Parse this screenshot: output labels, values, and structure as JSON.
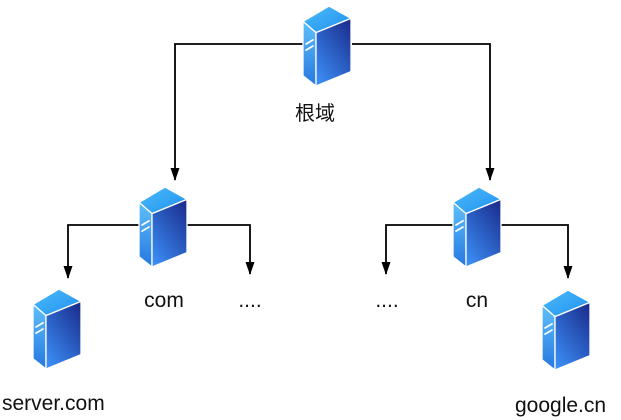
{
  "diagram": {
    "background": "#ffffff",
    "line_color": "#000000",
    "text_color": "#111111"
  },
  "colors": {
    "server_top_light": "#4dbcfa",
    "server_top_dark": "#1f8ff0",
    "server_left_light": "#5fc0fa",
    "server_left_dark": "#2577e0",
    "server_right_dark": "#1b2f91",
    "server_right_light": "#3b8ef5",
    "server_edge": "#ffffff"
  },
  "nodes": {
    "root": {
      "label": "根域"
    },
    "com": {
      "label": "com"
    },
    "cn": {
      "label": "cn"
    },
    "server_com": {
      "label": "server.com"
    },
    "google_cn": {
      "label": "google.cn"
    },
    "dots_com": {
      "label": "...."
    },
    "dots_cn": {
      "label": "...."
    }
  }
}
